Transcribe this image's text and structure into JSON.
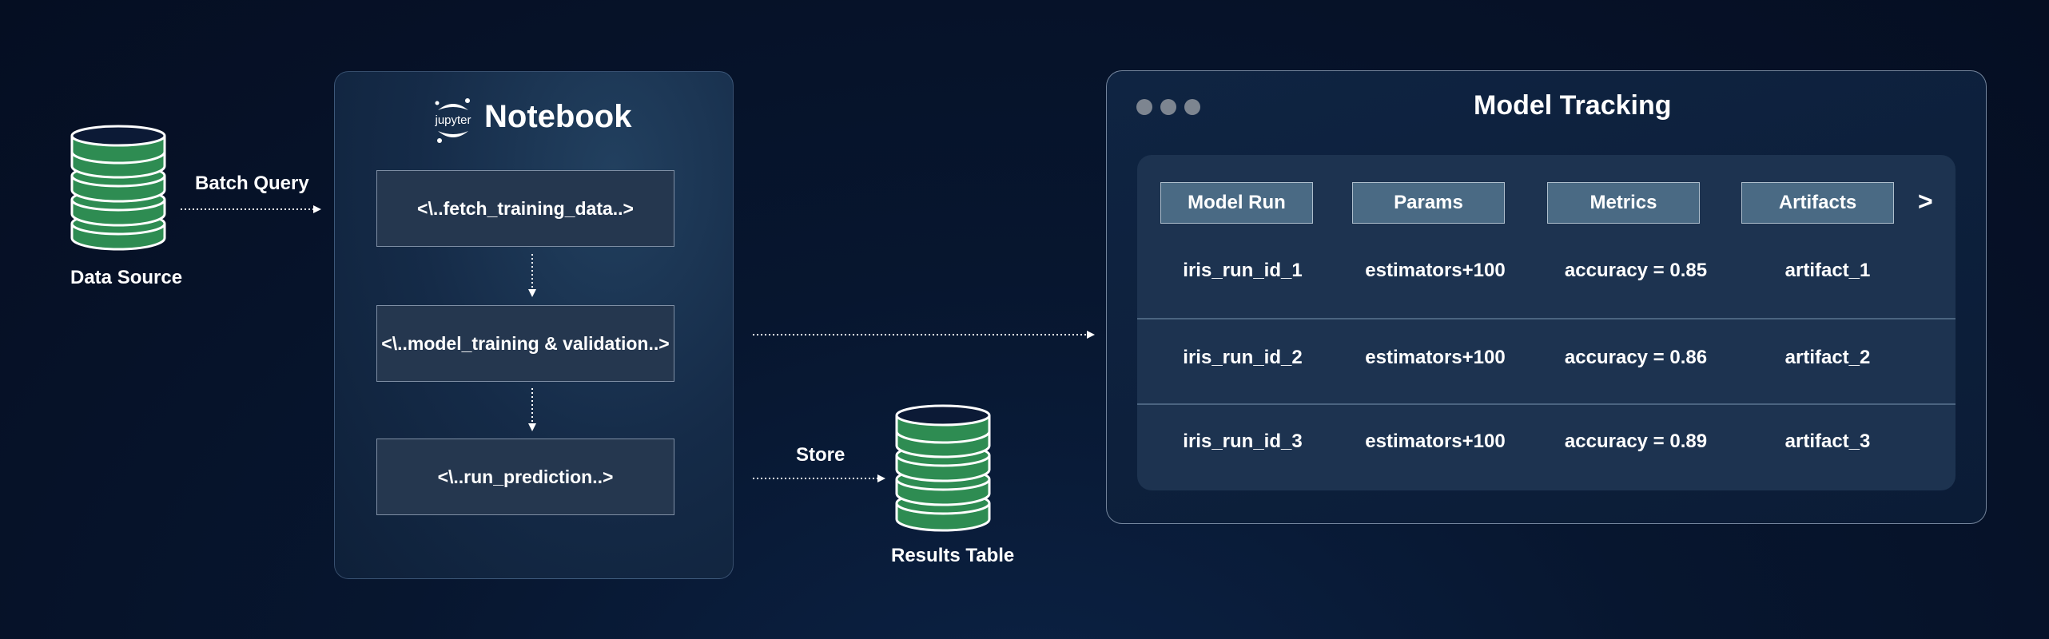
{
  "data_source": {
    "label": "Data Source"
  },
  "batch_query": {
    "label": "Batch Query"
  },
  "notebook": {
    "logo_text": "jupyter",
    "title": "Notebook",
    "steps": [
      "<\\..fetch_training_data..>",
      "<\\..model_training & validation..>",
      "<\\..run_prediction..>"
    ]
  },
  "store": {
    "label": "Store"
  },
  "results_table": {
    "label": "Results Table"
  },
  "model_tracking": {
    "title": "Model Tracking",
    "headers": [
      "Model Run",
      "Params",
      "Metrics",
      "Artifacts"
    ],
    "next_arrow": ">",
    "rows": [
      [
        "iris_run_id_1",
        "estimators+100",
        "accuracy = 0.85",
        "artifact_1"
      ],
      [
        "iris_run_id_2",
        "estimators+100",
        "accuracy = 0.86",
        "artifact_2"
      ],
      [
        "iris_run_id_3",
        "estimators+100",
        "accuracy = 0.89",
        "artifact_3"
      ]
    ]
  },
  "colors": {
    "background": "#07162f",
    "database_green": "#2e8c52",
    "database_top": "#0c1a36",
    "header_cell": "#4a6a84"
  }
}
